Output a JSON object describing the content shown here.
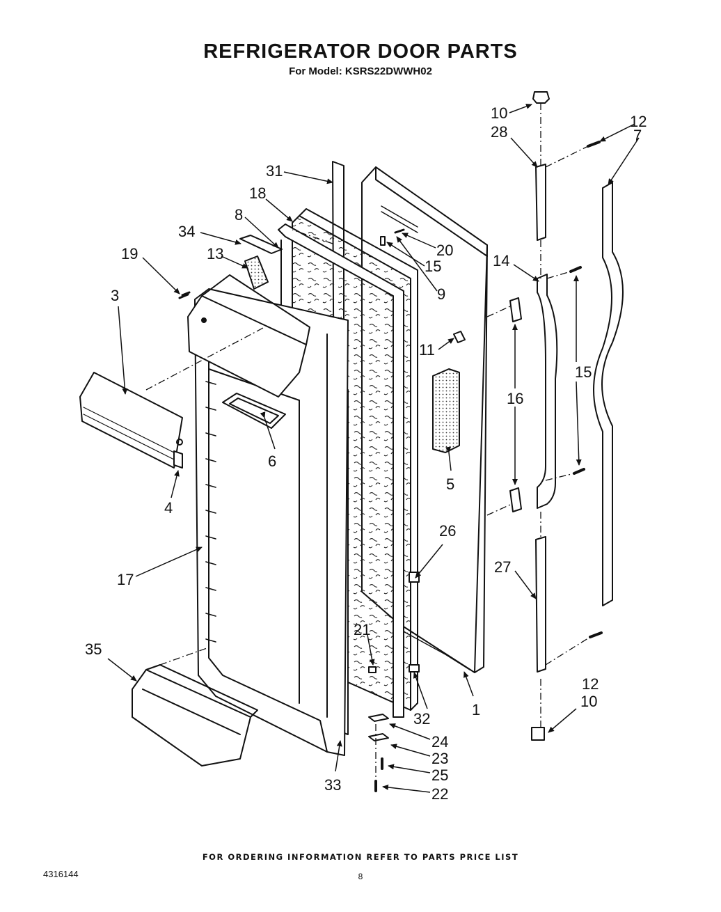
{
  "header": {
    "title": "REFRIGERATOR DOOR PARTS",
    "subtitle": "For Model: KSRS22DWWH02"
  },
  "callouts": [
    "1",
    "3",
    "4",
    "5",
    "6",
    "7",
    "8",
    "9",
    "10",
    "10",
    "11",
    "12",
    "12",
    "13",
    "14",
    "15",
    "15",
    "16",
    "17",
    "18",
    "19",
    "20",
    "21",
    "22",
    "23",
    "24",
    "25",
    "26",
    "27",
    "28",
    "31",
    "32",
    "33",
    "34",
    "35"
  ],
  "footer": {
    "ordering_note": "FOR ORDERING INFORMATION REFER TO PARTS PRICE LIST",
    "doc_number": "4316144",
    "page_number": "8"
  }
}
